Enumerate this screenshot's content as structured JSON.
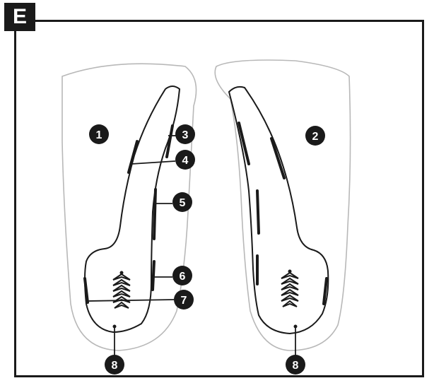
{
  "figure": {
    "panel_label": "E",
    "colors": {
      "ink": "#1a1a1a",
      "outline": "#b8b8b8",
      "paper": "#ffffff"
    }
  },
  "callouts": [
    "1",
    "2",
    "3",
    "4",
    "5",
    "6",
    "7",
    "8",
    "8"
  ]
}
